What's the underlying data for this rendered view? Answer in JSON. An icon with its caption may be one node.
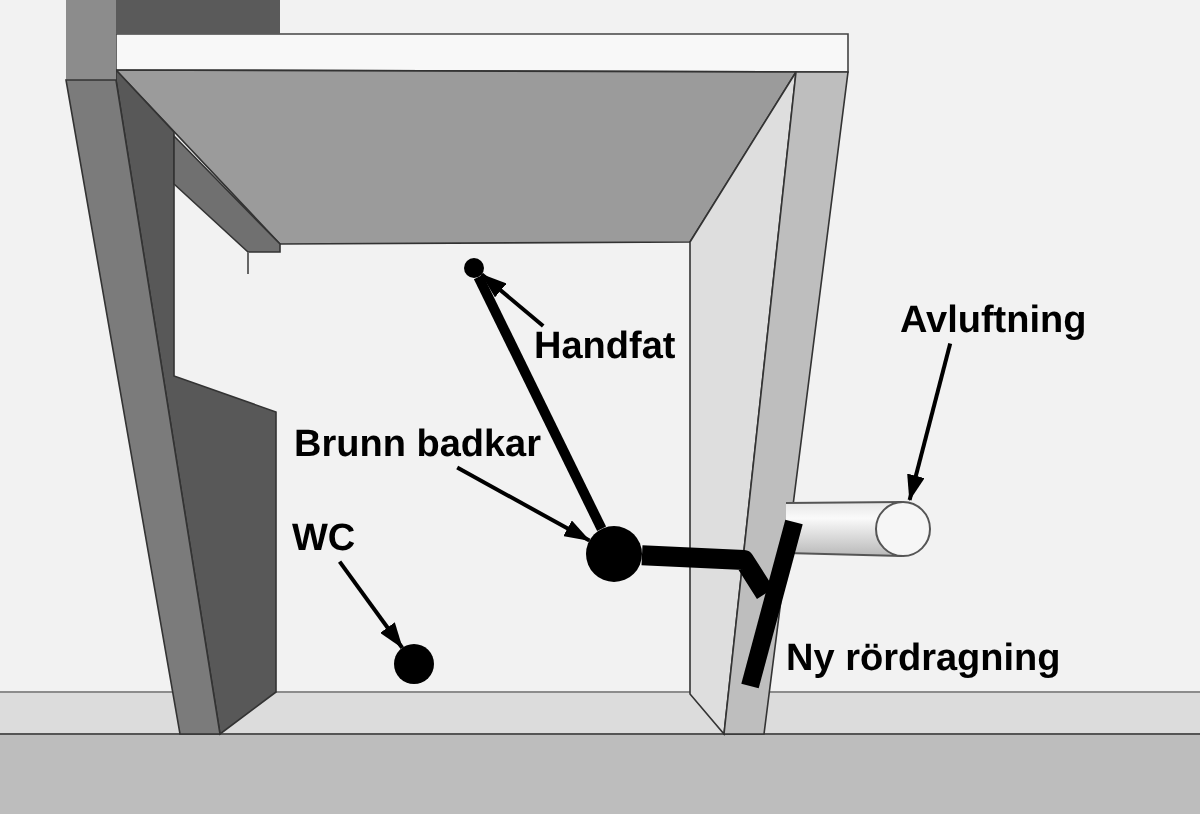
{
  "diagram": {
    "nodes": [
      {
        "text": [
          "Handfat"
        ]
      },
      {
        "text": [],
        "shape": "circle"
      },
      {
        "text": [
          "Avluftning"
        ]
      },
      {
        "text": [],
        "shape": "cylinder"
      },
      {
        "text": [
          "Brunn badkar"
        ]
      },
      {
        "text": [],
        "shape": "circle"
      },
      {
        "text": [
          "WC"
        ]
      },
      {
        "text": [],
        "shape": "circle"
      },
      {
        "text": [],
        "shape": "bar",
        "beside": [
          "Ny rördragning"
        ]
      }
    ],
    "edges": [
      {
        "from": 0,
        "to": 1,
        "arrow": "to"
      },
      {
        "from": 1,
        "to": 5,
        "arrow": "none",
        "style": "thick"
      },
      {
        "from": 2,
        "to": 3,
        "arrow": "to"
      },
      {
        "from": 4,
        "to": 5,
        "arrow": "to"
      },
      {
        "from": 6,
        "to": 7,
        "arrow": "to"
      },
      {
        "from": 5,
        "to": 8,
        "arrow": "none",
        "style": "thick"
      }
    ]
  }
}
